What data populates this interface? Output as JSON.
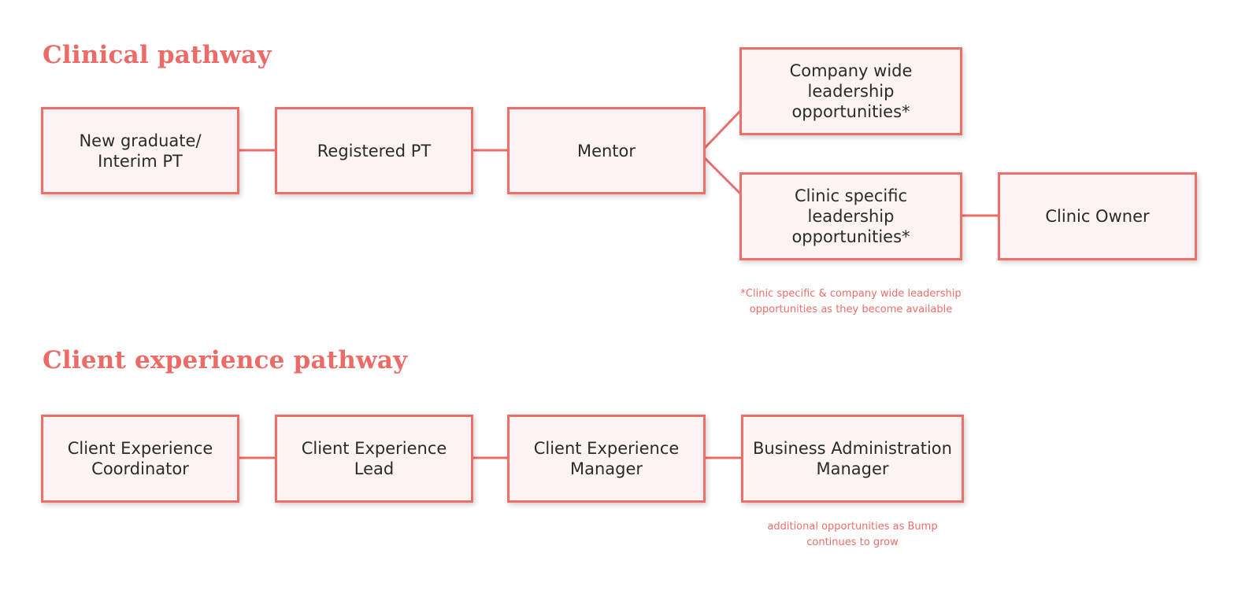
{
  "colors": {
    "accent": "#ee6e69",
    "box_fill": "#fdf3f2",
    "text": "#2b2b2b"
  },
  "clinical": {
    "title": "Clinical pathway",
    "boxes": {
      "new_graduate": "New graduate/\nInterim PT",
      "registered_pt": "Registered PT",
      "mentor": "Mentor",
      "company_wide": "Company wide\nleadership opportunities*",
      "clinic_specific": "Clinic specific\nleadership opportunities*",
      "clinic_owner": "Clinic Owner"
    },
    "note": "*Clinic specific & company wide leadership\nopportunities as they become available"
  },
  "client_experience": {
    "title": "Client experience pathway",
    "boxes": {
      "coordinator": "Client Experience\nCoordinator",
      "lead": "Client Experience\nLead",
      "manager": "Client Experience\nManager",
      "business_admin": "Business Administration\nManager"
    },
    "note": "additional opportunities as Bump\ncontinues to grow"
  }
}
